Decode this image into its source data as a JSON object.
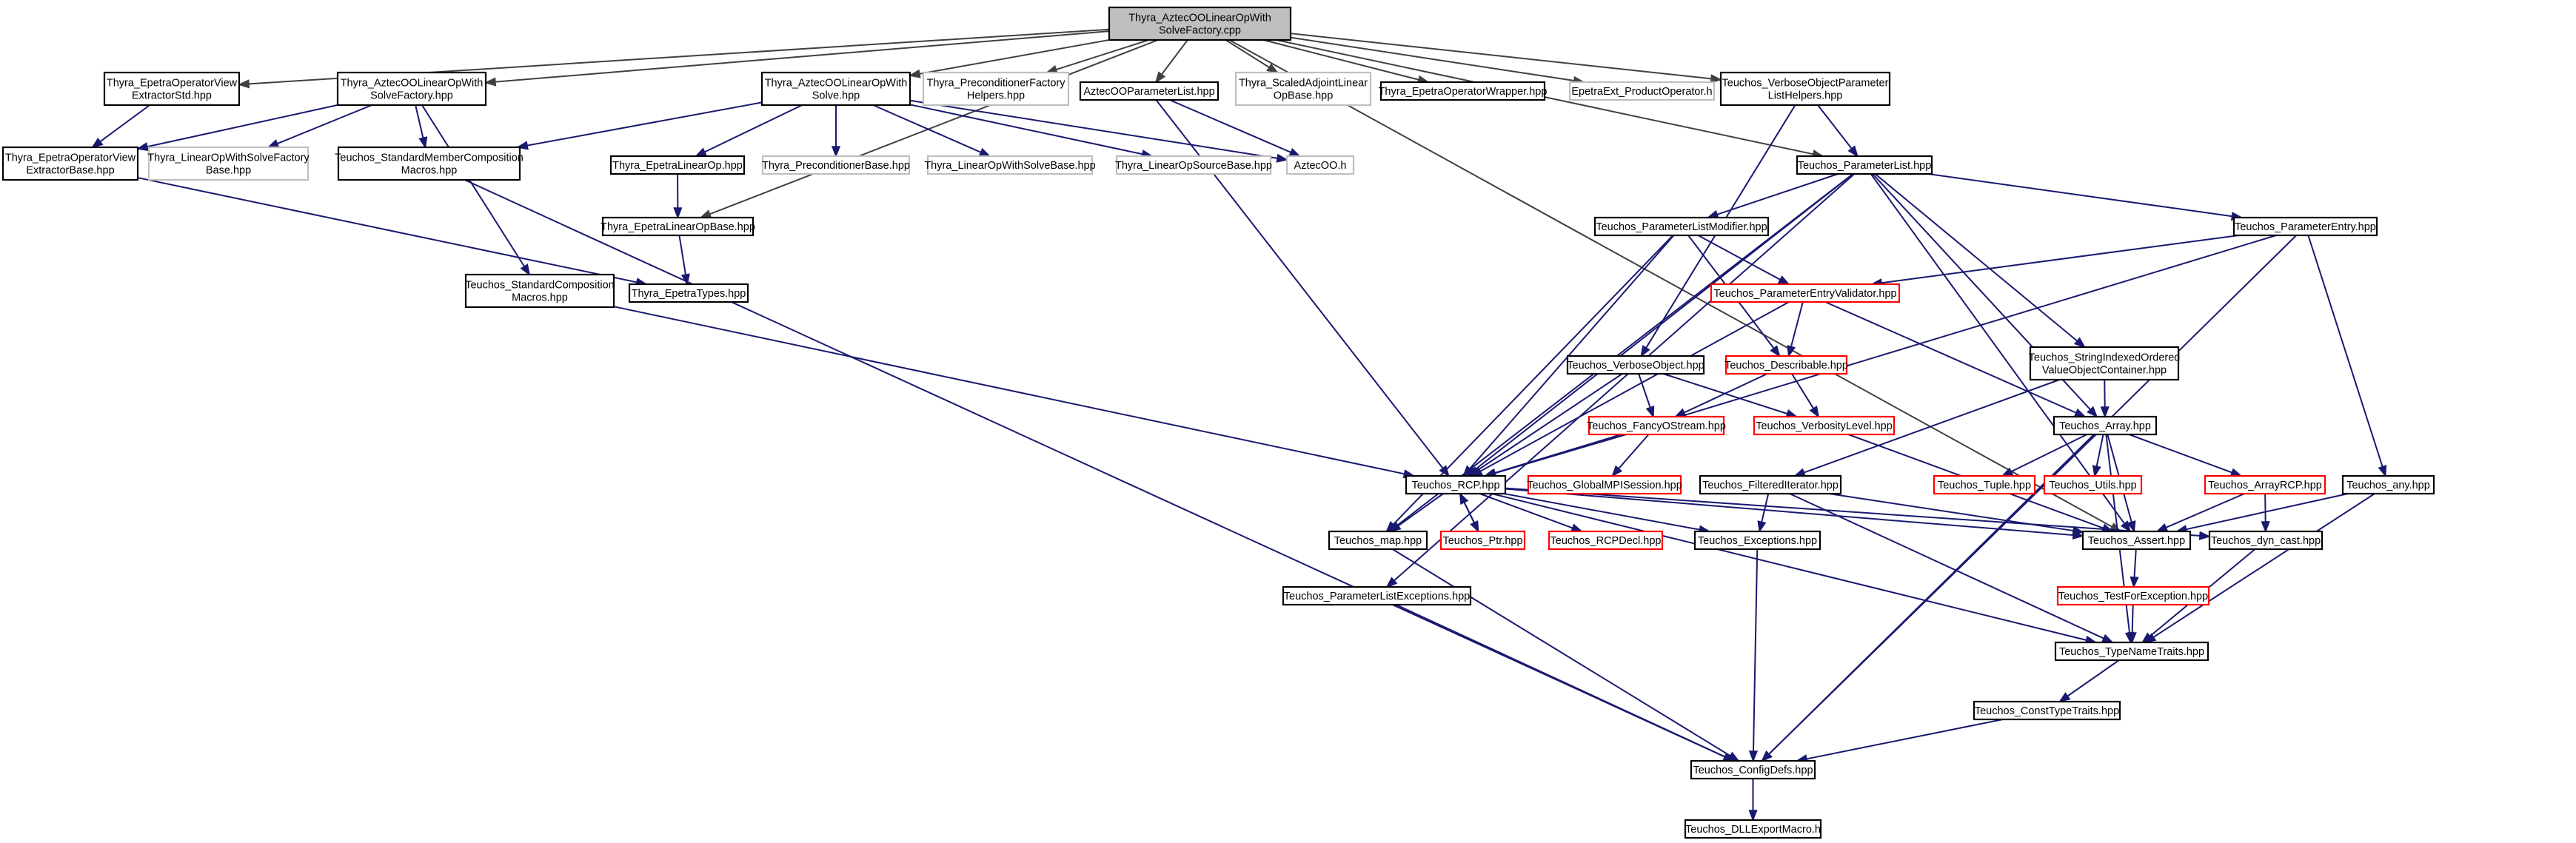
{
  "graph": {
    "colors": {
      "root_fill": "#bfbfbf",
      "box_border_black": "#000000",
      "box_border_red": "#ff0000",
      "box_border_gray": "#bfbfbf",
      "edge_include": "#191970",
      "edge_root": "#404040"
    },
    "nodes": [
      {
        "id": "n_root",
        "lines": [
          "Thyra_AztecOOLinearOpWith",
          "SolveFactory.cpp"
        ],
        "style": "root"
      },
      {
        "id": "n_epetra_op_view_std",
        "lines": [
          "Thyra_EpetraOperatorView",
          "ExtractorStd.hpp"
        ],
        "style": "black"
      },
      {
        "id": "n_aztec_factory_hpp",
        "lines": [
          "Thyra_AztecOOLinearOpWith",
          "SolveFactory.hpp"
        ],
        "style": "black"
      },
      {
        "id": "n_aztec_solve_hpp",
        "lines": [
          "Thyra_AztecOOLinearOpWith",
          "Solve.hpp"
        ],
        "style": "black"
      },
      {
        "id": "n_precond_factory_helpers",
        "lines": [
          "Thyra_PreconditionerFactory",
          "Helpers.hpp"
        ],
        "style": "gray"
      },
      {
        "id": "n_aztec_param_list",
        "lines": [
          "AztecOOParameterList.hpp"
        ],
        "style": "black"
      },
      {
        "id": "n_scaled_adjoint",
        "lines": [
          "Thyra_ScaledAdjointLinear",
          "OpBase.hpp"
        ],
        "style": "gray"
      },
      {
        "id": "n_epetra_op_wrapper",
        "lines": [
          "Thyra_EpetraOperatorWrapper.hpp"
        ],
        "style": "black"
      },
      {
        "id": "n_epetraext_product",
        "lines": [
          "EpetraExt_ProductOperator.h"
        ],
        "style": "gray"
      },
      {
        "id": "n_verbose_obj_helpers",
        "lines": [
          "Teuchos_VerboseObjectParameter",
          "ListHelpers.hpp"
        ],
        "style": "black"
      },
      {
        "id": "n_epetra_op_view_base",
        "lines": [
          "Thyra_EpetraOperatorView",
          "ExtractorBase.hpp"
        ],
        "style": "black"
      },
      {
        "id": "n_lows_factory_base",
        "lines": [
          "Thyra_LinearOpWithSolveFactory",
          "Base.hpp"
        ],
        "style": "gray"
      },
      {
        "id": "n_std_member_comp",
        "lines": [
          "Teuchos_StandardMemberComposition",
          "Macros.hpp"
        ],
        "style": "black"
      },
      {
        "id": "n_epetra_linear_op",
        "lines": [
          "Thyra_EpetraLinearOp.hpp"
        ],
        "style": "black"
      },
      {
        "id": "n_precond_base",
        "lines": [
          "Thyra_PreconditionerBase.hpp"
        ],
        "style": "gray"
      },
      {
        "id": "n_lows_base",
        "lines": [
          "Thyra_LinearOpWithSolveBase.hpp"
        ],
        "style": "gray"
      },
      {
        "id": "n_lo_source_base",
        "lines": [
          "Thyra_LinearOpSourceBase.hpp"
        ],
        "style": "gray"
      },
      {
        "id": "n_aztecoo_h",
        "lines": [
          "AztecOO.h"
        ],
        "style": "gray"
      },
      {
        "id": "n_param_list",
        "lines": [
          "Teuchos_ParameterList.hpp"
        ],
        "style": "black"
      },
      {
        "id": "n_epetra_lo_base",
        "lines": [
          "Thyra_EpetraLinearOpBase.hpp"
        ],
        "style": "black"
      },
      {
        "id": "n_param_list_modifier",
        "lines": [
          "Teuchos_ParameterListModifier.hpp"
        ],
        "style": "black"
      },
      {
        "id": "n_param_entry",
        "lines": [
          "Teuchos_ParameterEntry.hpp"
        ],
        "style": "black"
      },
      {
        "id": "n_std_comp_macros",
        "lines": [
          "Teuchos_StandardComposition",
          "Macros.hpp"
        ],
        "style": "black"
      },
      {
        "id": "n_epetra_types",
        "lines": [
          "Thyra_EpetraTypes.hpp"
        ],
        "style": "black"
      },
      {
        "id": "n_param_entry_validator",
        "lines": [
          "Teuchos_ParameterEntryValidator.hpp"
        ],
        "style": "red"
      },
      {
        "id": "n_string_indexed",
        "lines": [
          "Teuchos_StringIndexedOrdered",
          "ValueObjectContainer.hpp"
        ],
        "style": "black"
      },
      {
        "id": "n_verbose_object",
        "lines": [
          "Teuchos_VerboseObject.hpp"
        ],
        "style": "black"
      },
      {
        "id": "n_describable",
        "lines": [
          "Teuchos_Describable.hpp"
        ],
        "style": "red"
      },
      {
        "id": "n_array",
        "lines": [
          "Teuchos_Array.hpp"
        ],
        "style": "black"
      },
      {
        "id": "n_fancy_ostream",
        "lines": [
          "Teuchos_FancyOStream.hpp"
        ],
        "style": "red"
      },
      {
        "id": "n_verbosity_level",
        "lines": [
          "Teuchos_VerbosityLevel.hpp"
        ],
        "style": "red"
      },
      {
        "id": "n_rcp",
        "lines": [
          "Teuchos_RCP.hpp"
        ],
        "style": "black"
      },
      {
        "id": "n_global_mpi",
        "lines": [
          "Teuchos_GlobalMPISession.hpp"
        ],
        "style": "red"
      },
      {
        "id": "n_filtered_iter",
        "lines": [
          "Teuchos_FilteredIterator.hpp"
        ],
        "style": "black"
      },
      {
        "id": "n_tuple",
        "lines": [
          "Teuchos_Tuple.hpp"
        ],
        "style": "red"
      },
      {
        "id": "n_utils",
        "lines": [
          "Teuchos_Utils.hpp"
        ],
        "style": "red"
      },
      {
        "id": "n_array_rcp",
        "lines": [
          "Teuchos_ArrayRCP.hpp"
        ],
        "style": "red"
      },
      {
        "id": "n_any",
        "lines": [
          "Teuchos_any.hpp"
        ],
        "style": "black"
      },
      {
        "id": "n_map",
        "lines": [
          "Teuchos_map.hpp"
        ],
        "style": "black"
      },
      {
        "id": "n_ptr",
        "lines": [
          "Teuchos_Ptr.hpp"
        ],
        "style": "red"
      },
      {
        "id": "n_rcp_decl",
        "lines": [
          "Teuchos_RCPDecl.hpp"
        ],
        "style": "red"
      },
      {
        "id": "n_exceptions",
        "lines": [
          "Teuchos_Exceptions.hpp"
        ],
        "style": "black"
      },
      {
        "id": "n_assert",
        "lines": [
          "Teuchos_Assert.hpp"
        ],
        "style": "black"
      },
      {
        "id": "n_dyn_cast",
        "lines": [
          "Teuchos_dyn_cast.hpp"
        ],
        "style": "black"
      },
      {
        "id": "n_param_list_exceptions",
        "lines": [
          "Teuchos_ParameterListExceptions.hpp"
        ],
        "style": "black"
      },
      {
        "id": "n_test_for_exception",
        "lines": [
          "Teuchos_TestForException.hpp"
        ],
        "style": "red"
      },
      {
        "id": "n_type_name_traits",
        "lines": [
          "Teuchos_TypeNameTraits.hpp"
        ],
        "style": "black"
      },
      {
        "id": "n_const_type_traits",
        "lines": [
          "Teuchos_ConstTypeTraits.hpp"
        ],
        "style": "black"
      },
      {
        "id": "n_config_defs",
        "lines": [
          "Teuchos_ConfigDefs.hpp"
        ],
        "style": "black"
      },
      {
        "id": "n_dll_export",
        "lines": [
          "Teuchos_DLLExportMacro.h"
        ],
        "style": "black"
      }
    ],
    "edges": [
      {
        "from": "n_root",
        "to": "n_epetra_op_view_std"
      },
      {
        "from": "n_root",
        "to": "n_aztec_factory_hpp"
      },
      {
        "from": "n_root",
        "to": "n_aztec_solve_hpp"
      },
      {
        "from": "n_root",
        "to": "n_precond_factory_helpers"
      },
      {
        "from": "n_root",
        "to": "n_aztec_param_list"
      },
      {
        "from": "n_root",
        "to": "n_scaled_adjoint"
      },
      {
        "from": "n_root",
        "to": "n_epetra_op_wrapper"
      },
      {
        "from": "n_root",
        "to": "n_epetraext_product"
      },
      {
        "from": "n_root",
        "to": "n_verbose_obj_helpers"
      },
      {
        "from": "n_root",
        "to": "n_epetra_lo_base"
      },
      {
        "from": "n_root",
        "to": "n_param_list"
      },
      {
        "from": "n_root",
        "to": "n_assert"
      },
      {
        "from": "n_epetra_op_view_std",
        "to": "n_epetra_op_view_base"
      },
      {
        "from": "n_aztec_factory_hpp",
        "to": "n_epetra_op_view_base"
      },
      {
        "from": "n_aztec_factory_hpp",
        "to": "n_lows_factory_base"
      },
      {
        "from": "n_aztec_factory_hpp",
        "to": "n_std_member_comp"
      },
      {
        "from": "n_aztec_factory_hpp",
        "to": "n_std_comp_macros"
      },
      {
        "from": "n_aztec_solve_hpp",
        "to": "n_std_member_comp"
      },
      {
        "from": "n_aztec_solve_hpp",
        "to": "n_epetra_linear_op"
      },
      {
        "from": "n_aztec_solve_hpp",
        "to": "n_precond_base"
      },
      {
        "from": "n_aztec_solve_hpp",
        "to": "n_lows_base"
      },
      {
        "from": "n_aztec_solve_hpp",
        "to": "n_lo_source_base"
      },
      {
        "from": "n_aztec_solve_hpp",
        "to": "n_aztecoo_h"
      },
      {
        "from": "n_aztec_param_list",
        "to": "n_aztecoo_h"
      },
      {
        "from": "n_aztec_param_list",
        "to": "n_rcp"
      },
      {
        "from": "n_verbose_obj_helpers",
        "to": "n_param_list"
      },
      {
        "from": "n_verbose_obj_helpers",
        "to": "n_verbose_object"
      },
      {
        "from": "n_epetra_op_view_base",
        "to": "n_epetra_types"
      },
      {
        "from": "n_std_member_comp",
        "to": "n_config_defs"
      },
      {
        "from": "n_epetra_linear_op",
        "to": "n_epetra_lo_base"
      },
      {
        "from": "n_epetra_lo_base",
        "to": "n_epetra_types"
      },
      {
        "from": "n_std_comp_macros",
        "to": "n_rcp"
      },
      {
        "from": "n_param_list",
        "to": "n_param_list_modifier"
      },
      {
        "from": "n_param_list",
        "to": "n_param_entry"
      },
      {
        "from": "n_param_list",
        "to": "n_string_indexed"
      },
      {
        "from": "n_param_list",
        "to": "n_array"
      },
      {
        "from": "n_param_list",
        "to": "n_rcp"
      },
      {
        "from": "n_param_list",
        "to": "n_map"
      },
      {
        "from": "n_param_list",
        "to": "n_param_list_exceptions"
      },
      {
        "from": "n_param_list",
        "to": "n_assert"
      },
      {
        "from": "n_param_list_modifier",
        "to": "n_param_entry_validator"
      },
      {
        "from": "n_param_list_modifier",
        "to": "n_describable"
      },
      {
        "from": "n_param_list_modifier",
        "to": "n_rcp"
      },
      {
        "from": "n_param_list_modifier",
        "to": "n_map"
      },
      {
        "from": "n_param_entry",
        "to": "n_param_entry_validator"
      },
      {
        "from": "n_param_entry",
        "to": "n_any"
      },
      {
        "from": "n_param_entry",
        "to": "n_rcp"
      },
      {
        "from": "n_param_entry",
        "to": "n_config_defs"
      },
      {
        "from": "n_param_entry_validator",
        "to": "n_describable"
      },
      {
        "from": "n_param_entry_validator",
        "to": "n_array"
      },
      {
        "from": "n_param_entry_validator",
        "to": "n_rcp"
      },
      {
        "from": "n_string_indexed",
        "to": "n_array"
      },
      {
        "from": "n_string_indexed",
        "to": "n_filtered_iter"
      },
      {
        "from": "n_verbose_object",
        "to": "n_fancy_ostream"
      },
      {
        "from": "n_verbose_object",
        "to": "n_verbosity_level"
      },
      {
        "from": "n_verbose_object",
        "to": "n_rcp"
      },
      {
        "from": "n_describable",
        "to": "n_fancy_ostream"
      },
      {
        "from": "n_describable",
        "to": "n_verbosity_level"
      },
      {
        "from": "n_fancy_ostream",
        "to": "n_rcp"
      },
      {
        "from": "n_fancy_ostream",
        "to": "n_global_mpi"
      },
      {
        "from": "n_verbosity_level",
        "to": "n_assert"
      },
      {
        "from": "n_array",
        "to": "n_tuple"
      },
      {
        "from": "n_array",
        "to": "n_utils"
      },
      {
        "from": "n_array",
        "to": "n_array_rcp"
      },
      {
        "from": "n_array",
        "to": "n_assert"
      },
      {
        "from": "n_array",
        "to": "n_type_name_traits"
      },
      {
        "from": "n_array",
        "to": "n_config_defs"
      },
      {
        "from": "n_array_rcp",
        "to": "n_assert"
      },
      {
        "from": "n_array_rcp",
        "to": "n_dyn_cast"
      },
      {
        "from": "n_any",
        "to": "n_assert"
      },
      {
        "from": "n_any",
        "to": "n_type_name_traits"
      },
      {
        "from": "n_rcp",
        "to": "n_map"
      },
      {
        "from": "n_rcp",
        "to": "n_ptr"
      },
      {
        "from": "n_rcp",
        "to": "n_rcp_decl"
      },
      {
        "from": "n_rcp",
        "to": "n_exceptions"
      },
      {
        "from": "n_rcp",
        "to": "n_assert"
      },
      {
        "from": "n_rcp",
        "to": "n_dyn_cast"
      },
      {
        "from": "n_rcp",
        "to": "n_type_name_traits"
      },
      {
        "from": "n_ptr",
        "to": "n_rcp"
      },
      {
        "from": "n_filtered_iter",
        "to": "n_exceptions"
      },
      {
        "from": "n_filtered_iter",
        "to": "n_assert"
      },
      {
        "from": "n_filtered_iter",
        "to": "n_type_name_traits"
      },
      {
        "from": "n_exceptions",
        "to": "n_config_defs"
      },
      {
        "from": "n_map",
        "to": "n_config_defs"
      },
      {
        "from": "n_assert",
        "to": "n_test_for_exception"
      },
      {
        "from": "n_dyn_cast",
        "to": "n_type_name_traits"
      },
      {
        "from": "n_param_list_exceptions",
        "to": "n_config_defs"
      },
      {
        "from": "n_test_for_exception",
        "to": "n_type_name_traits"
      },
      {
        "from": "n_type_name_traits",
        "to": "n_const_type_traits"
      },
      {
        "from": "n_const_type_traits",
        "to": "n_config_defs"
      },
      {
        "from": "n_config_defs",
        "to": "n_dll_export"
      }
    ]
  }
}
